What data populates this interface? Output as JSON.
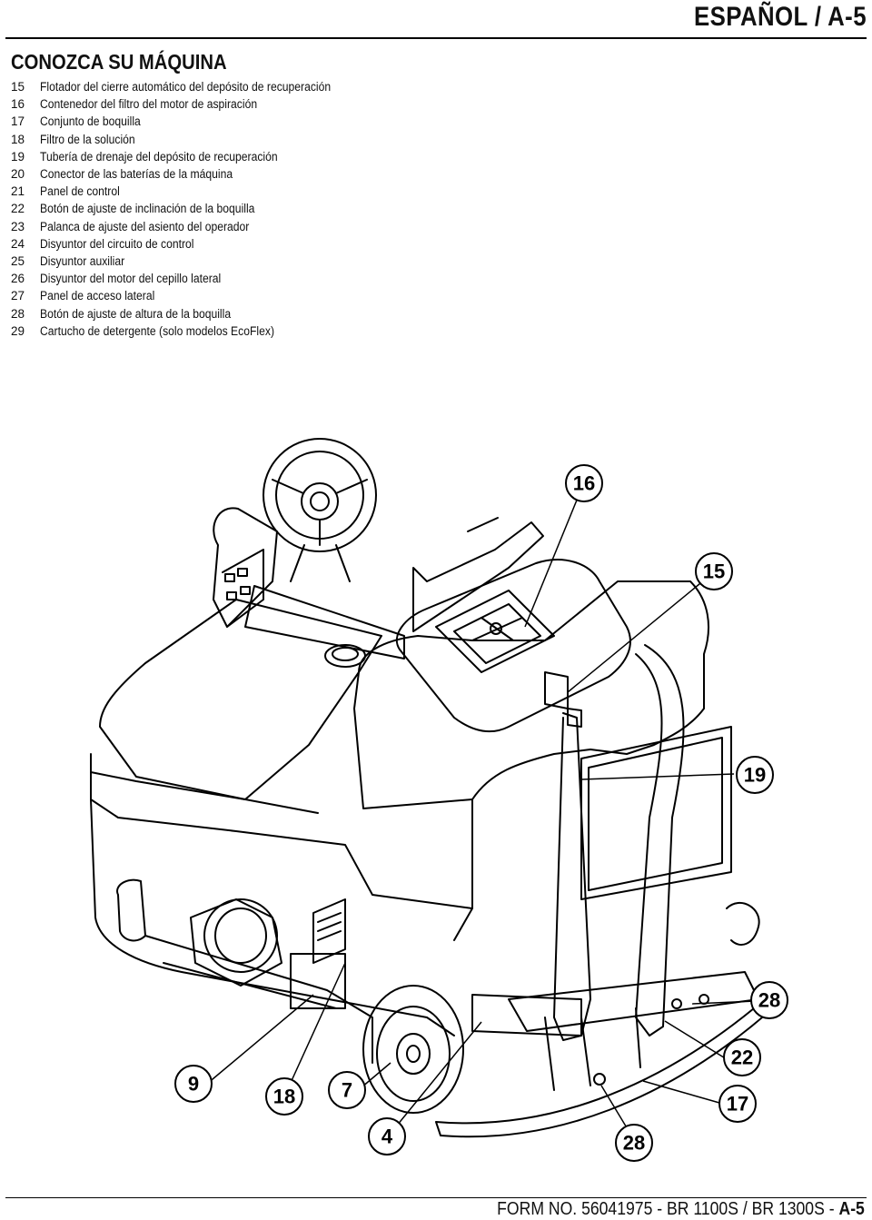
{
  "header": {
    "title": "ESPAÑOL / A-5"
  },
  "section": {
    "title": "CONOZCA SU MÁQUINA"
  },
  "legend": [
    {
      "num": "15",
      "text": "Flotador del cierre automático del depósito de recuperación"
    },
    {
      "num": "16",
      "text": "Contenedor del filtro del motor de aspiración"
    },
    {
      "num": "17",
      "text": "Conjunto de boquilla"
    },
    {
      "num": "18",
      "text": "Filtro de la solución"
    },
    {
      "num": "19",
      "text": "Tubería de drenaje del depósito de recuperación"
    },
    {
      "num": "20",
      "text": "Conector de las baterías de la máquina"
    },
    {
      "num": "21",
      "text": "Panel de control"
    },
    {
      "num": "22",
      "text": "Botón de ajuste de inclinación de la boquilla"
    },
    {
      "num": "23",
      "text": "Palanca de ajuste del asiento del operador"
    },
    {
      "num": "24",
      "text": "Disyuntor del circuito de control"
    },
    {
      "num": "25",
      "text": "Disyuntor auxiliar"
    },
    {
      "num": "26",
      "text": "Disyuntor del motor del cepillo lateral"
    },
    {
      "num": "27",
      "text": "Panel de acceso lateral"
    },
    {
      "num": "28",
      "text": "Botón de ajuste de altura de la boquilla"
    },
    {
      "num": "29",
      "text": "Cartucho de detergente (solo modelos EcoFlex)"
    }
  ],
  "callouts": {
    "c16": "16",
    "c15": "15",
    "c19": "19",
    "c28a": "28",
    "c22": "22",
    "c17": "17",
    "c28b": "28",
    "c4": "4",
    "c7": "7",
    "c18": "18",
    "c9": "9"
  },
  "footer": {
    "text": "FORM NO. 56041975 - BR 1100S / BR 1300S - ",
    "page": "A-5"
  }
}
